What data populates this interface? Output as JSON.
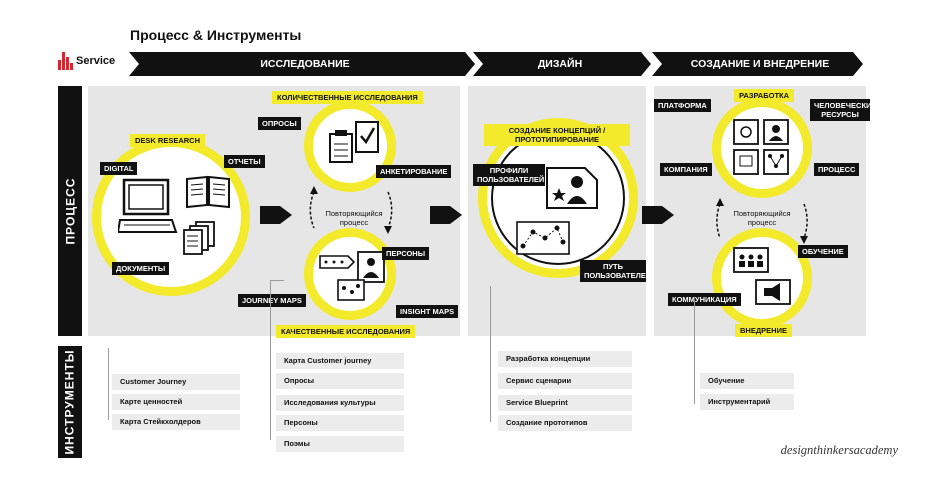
{
  "title": "Процесс & Инструменты",
  "logo": {
    "text": "Service",
    "accent": "#d7262d"
  },
  "phases": [
    "ИССЛЕДОВАНИЕ",
    "ДИЗАЙН",
    "СОЗДАНИЕ И ВНЕДРЕНИЕ"
  ],
  "rows": {
    "process": "ПРОЦЕСС",
    "tools": "ИНСТРУМЕНТЫ"
  },
  "research": {
    "desk": "DESK RESEARCH",
    "digital": "DIGITAL",
    "reports": "ОТЧЕТЫ",
    "documents": "ДОКУМЕНТЫ",
    "quant": "КОЛИЧЕСТВЕННЫЕ ИССЛЕДОВАНИЯ",
    "surveys": "ОПРОСЫ",
    "questionnaire": "АНКЕТИРОВАНИЕ",
    "repeat": "Повторяющийся процесс",
    "personas": "ПЕРСОНЫ",
    "journey": "JOURNEY MAPS",
    "insight": "INSIGHT MAPS",
    "qual": "КАЧЕСТВЕННЫЕ ИССЛЕДОВАНИЯ"
  },
  "design": {
    "concept": "СОЗДАНИЕ КОНЦЕПЦИЙ / ПРОТОТИПИРОВАНИЕ",
    "profiles": "ПРОФИЛИ ПОЛЬЗОВАТЕЛЕЙ",
    "path": "ПУТЬ ПОЛЬЗОВАТЕЛЕЙ"
  },
  "impl": {
    "platform": "ПЛАТФОРМА",
    "dev": "РАЗРАБОТКА",
    "hr": "ЧЕЛОВЕЧЕСКИЕ РЕСУРСЫ",
    "company": "КОМПАНИЯ",
    "process": "ПРОЦЕСС",
    "repeat": "Повторяющийся процесс",
    "training": "ОБУЧЕНИЕ",
    "communication": "КОММУНИКАЦИЯ",
    "rollout": "ВНЕДРЕНИЕ"
  },
  "tools": {
    "research_a": [
      "Customer Journey",
      "Карте ценностей",
      "Карта Стейкхолдеров"
    ],
    "research_b": [
      "Карта Customer journey",
      "Опросы",
      "Исследования культуры",
      "Персоны",
      "Поэмы"
    ],
    "design": [
      "Разработка концепции",
      "Сервис сценарии",
      "Service Blueprint",
      "Создание прототипов"
    ],
    "impl": [
      "Обучение",
      "Инструментарий"
    ]
  },
  "footer": "designthinkersacademy",
  "colors": {
    "yellow": "#f2ea2a",
    "panel": "#e6e6e6",
    "black": "#111111"
  }
}
